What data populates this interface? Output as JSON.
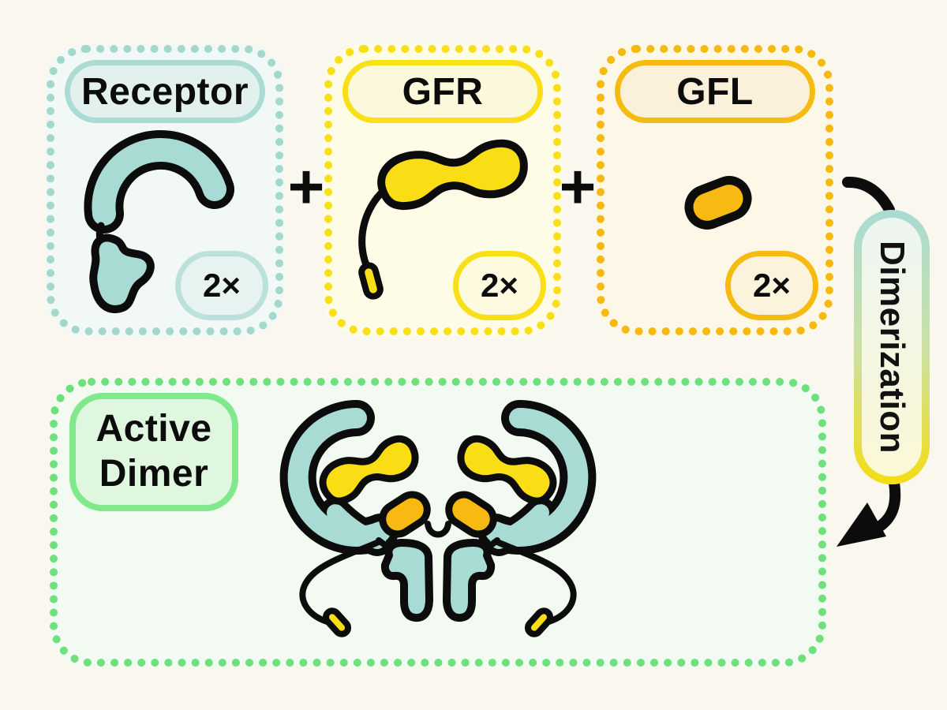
{
  "boxes": {
    "receptor": {
      "label": "Receptor",
      "count": "2×",
      "icon": "receptor-crescent-icon"
    },
    "gfr": {
      "label": "GFR",
      "count": "2×",
      "icon": "gfr-peanut-tether-icon"
    },
    "gfl": {
      "label": "GFL",
      "count": "2×",
      "icon": "gfl-capsule-icon"
    },
    "active_dimer": {
      "label_line1": "Active",
      "label_line2": "Dimer",
      "icon": "active-dimer-complex-icon"
    }
  },
  "operators": {
    "plus_left": "+",
    "plus_right": "+"
  },
  "process": {
    "label": "Dimerization",
    "icon": "curved-dimerization-arrow-icon"
  },
  "colors": {
    "background": "#FAF8EE",
    "outline": "#0C0C0C",
    "teal": "#A7DBD3",
    "teal_light": "#E2F1ED",
    "teal_box_bg": "#F2F8F6",
    "yellow": "#F9DE15",
    "yellow_light": "#FCF8DB",
    "yellow_box_bg": "#FEFBE7",
    "orange": "#F8B912",
    "orange_light": "#FBF1DB",
    "orange_box_bg": "#FDF7E8",
    "green": "#82E88C",
    "green_light": "#DFF7DF",
    "green_box_bg": "#F3FAF2"
  }
}
